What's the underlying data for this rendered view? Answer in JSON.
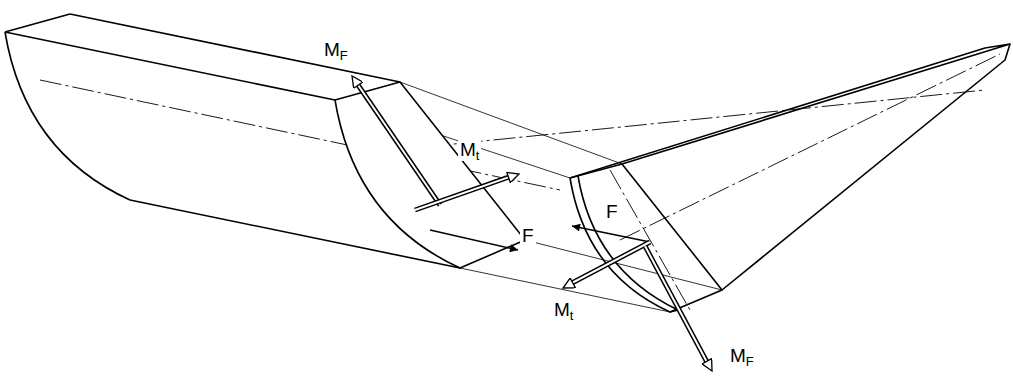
{
  "diagram": {
    "labels": [
      "MF",
      "Mt",
      "F",
      "F",
      "Mt",
      "MF"
    ]
  }
}
